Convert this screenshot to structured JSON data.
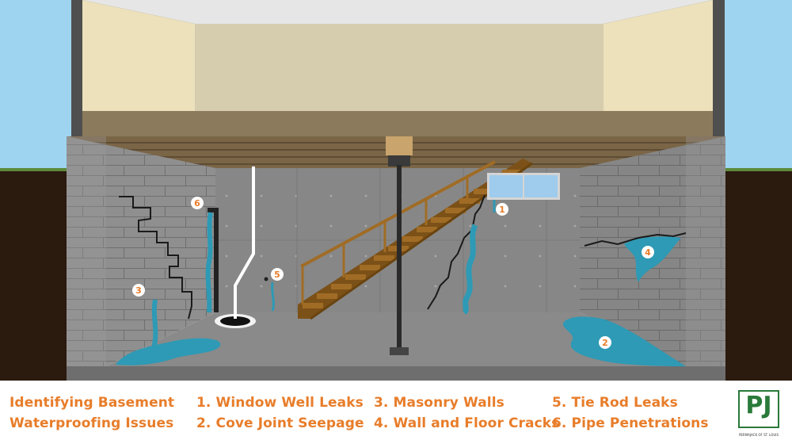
{
  "legend": {
    "title_line1": "Identifying Basement",
    "title_line2": "Waterproofing Issues",
    "items": [
      "1. Window Well Leaks",
      "2. Cove Joint Seepage",
      "3. Masonry Walls",
      "4. Wall and Floor Cracks",
      "5. Tie Rod Leaks",
      "6. Pipe Penetrations"
    ]
  },
  "markers": [
    "1",
    "2",
    "3",
    "4",
    "5",
    "6"
  ],
  "logo": {
    "mark": "PJ",
    "caption": "PERMAJACK OF ST. LOUIS"
  },
  "colors": {
    "accent": "#e87d2a",
    "water": "#2e9ab5",
    "wall": "#8c8c8c",
    "sky": "#9fd4f0",
    "soil": "#2b1a0e",
    "stairs": "#8a5a1c",
    "logo": "#2a7a3a"
  }
}
